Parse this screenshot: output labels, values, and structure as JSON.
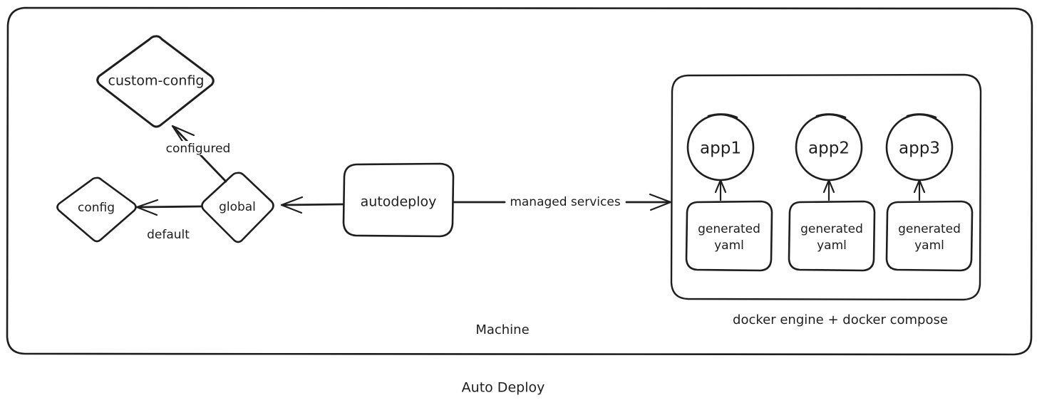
{
  "diagram": {
    "caption": "Auto Deploy",
    "stroke_color": "#1e1e1e",
    "background_color": "#ffffff",
    "outer_container": {
      "label": "Machine"
    },
    "inner_container": {
      "label": "docker engine + docker compose"
    },
    "nodes": {
      "custom_config": "custom-config",
      "config": "config",
      "global": "global",
      "autodeploy": "autodeploy"
    },
    "edges": {
      "configured": "configured",
      "default": "default",
      "managed_services": "managed services"
    },
    "services": [
      {
        "app": "app1",
        "yaml_line1": "generated",
        "yaml_line2": "yaml"
      },
      {
        "app": "app2",
        "yaml_line1": "generated",
        "yaml_line2": "yaml"
      },
      {
        "app": "app3",
        "yaml_line1": "generated",
        "yaml_line2": "yaml"
      }
    ]
  }
}
